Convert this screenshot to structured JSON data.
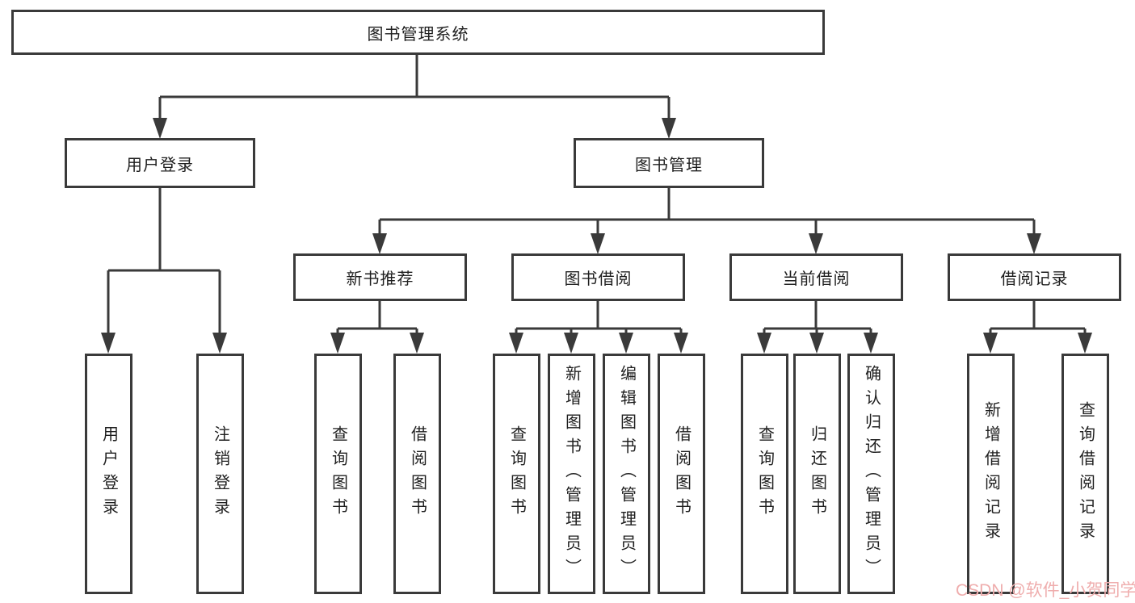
{
  "nodes": {
    "root": {
      "label": "图书管理系统"
    },
    "user_login": {
      "label": "用户登录"
    },
    "book_mgmt": {
      "label": "图书管理"
    },
    "user_login_leaf": {
      "label": "用户登录"
    },
    "logout_leaf": {
      "label": "注销登录"
    },
    "new_book_rec": {
      "label": "新书推荐"
    },
    "book_borrow": {
      "label": "图书借阅"
    },
    "current_borrow": {
      "label": "当前借阅"
    },
    "borrow_record": {
      "label": "借阅记录"
    },
    "rec_query_books": {
      "label": "查询图书"
    },
    "rec_borrow_books": {
      "label": "借阅图书"
    },
    "bb_query_books": {
      "label": "查询图书"
    },
    "bb_add_books": {
      "label": "新增图书（管理员）"
    },
    "bb_edit_books": {
      "label": "编辑图书（管理员）"
    },
    "bb_borrow_books": {
      "label": "借阅图书"
    },
    "cb_query_books": {
      "label": "查询图书"
    },
    "cb_return_books": {
      "label": "归还图书"
    },
    "cb_confirm_return": {
      "label": "确认归还（管理员）"
    },
    "br_add_record": {
      "label": "新增借阅记录"
    },
    "br_query_record": {
      "label": "查询借阅记录"
    }
  },
  "watermark": {
    "text": "CSDN @软件_小贺同学"
  },
  "colors": {
    "line": "#3a3a3a",
    "text": "#1f1f1f",
    "background": "#ffffff",
    "watermark": "#efadad"
  }
}
